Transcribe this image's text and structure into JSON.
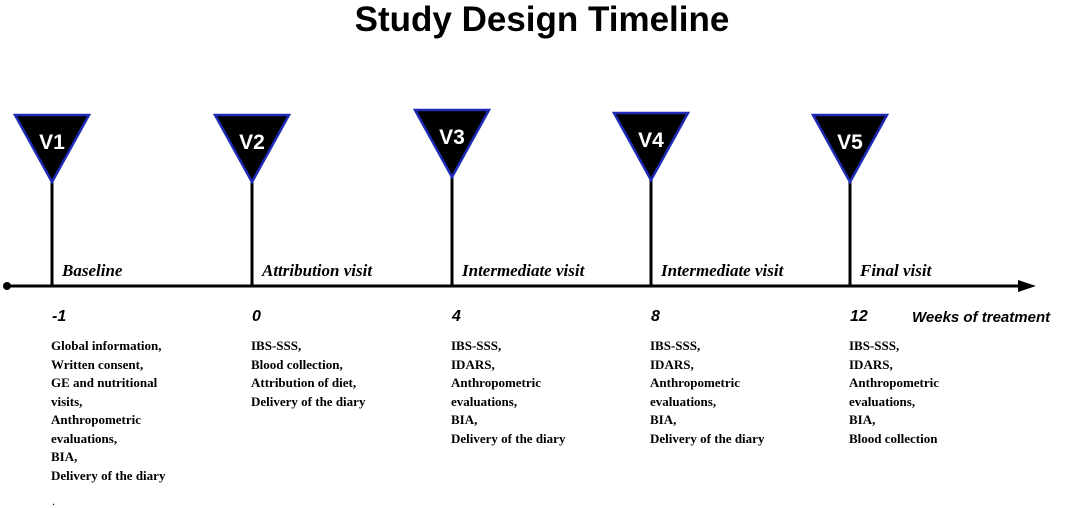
{
  "title": "Study Design Timeline",
  "units_label": "Weeks of treatment",
  "stray_mark": ".",
  "visits": [
    {
      "id": "V1",
      "label": "Baseline",
      "week": "-1",
      "activities": [
        "Global information,",
        "Written consent,",
        "GE and nutritional",
        "visits,",
        "Anthropometric",
        "evaluations,",
        "BIA,",
        "Delivery of the diary"
      ]
    },
    {
      "id": "V2",
      "label": "Attribution visit",
      "week": "0",
      "activities": [
        "IBS-SSS,",
        "Blood collection,",
        "Attribution of diet,",
        "Delivery of the diary"
      ]
    },
    {
      "id": "V3",
      "label": "Intermediate visit",
      "week": "4",
      "activities": [
        "IBS-SSS,",
        "IDARS,",
        "Anthropometric",
        "evaluations,",
        "BIA,",
        "Delivery of the diary"
      ]
    },
    {
      "id": "V4",
      "label": "Intermediate visit",
      "week": "8",
      "activities": [
        "IBS-SSS,",
        "IDARS,",
        "Anthropometric",
        "evaluations,",
        "BIA,",
        "Delivery of the diary"
      ]
    },
    {
      "id": "V5",
      "label": "Final visit",
      "week": "12",
      "activities": [
        "IBS-SSS,",
        "IDARS,",
        "Anthropometric",
        "evaluations,",
        "BIA,",
        "Blood collection"
      ]
    }
  ],
  "colors": {
    "triangle_fill": "#000000",
    "triangle_stroke": "#1f2bb5",
    "line": "#000000",
    "text": "#000000"
  }
}
